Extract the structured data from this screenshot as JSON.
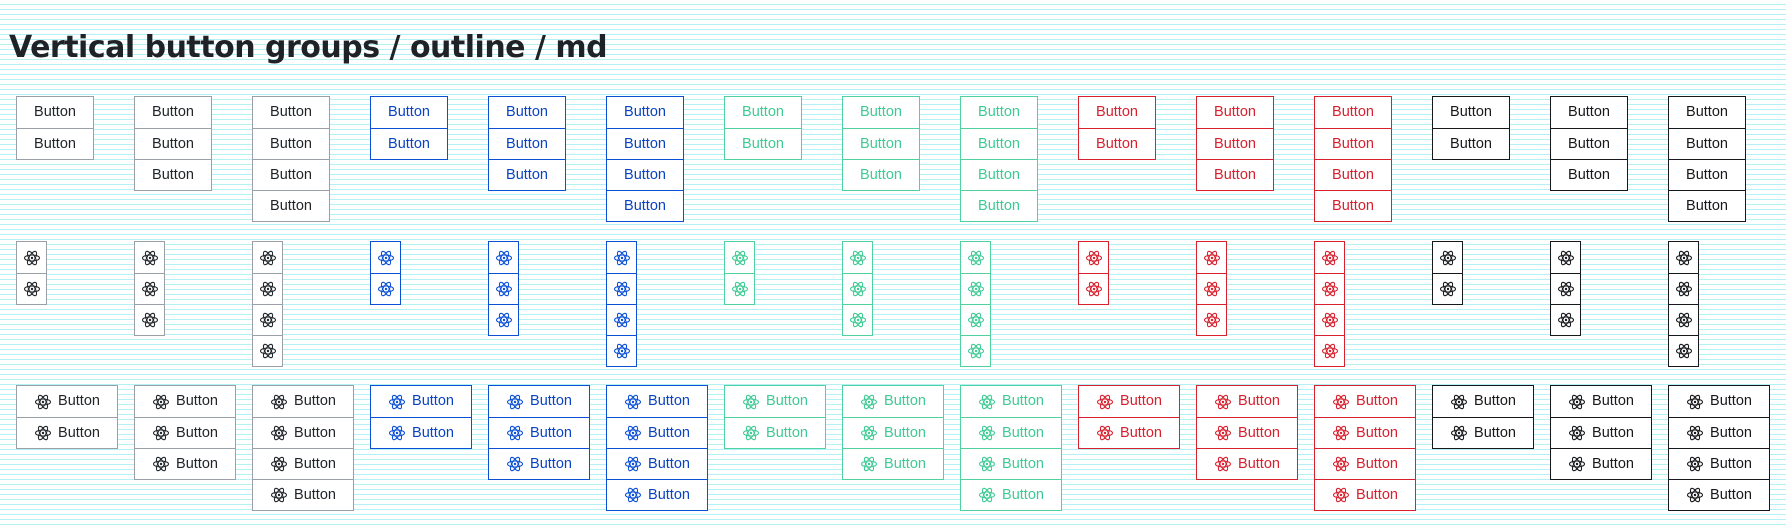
{
  "title": "Vertical button groups / outline / md",
  "button_label": "Button",
  "icon_name": "react-atom-icon",
  "rows": [
    {
      "type": "text",
      "groups": [
        {
          "color": "gray",
          "count": 2
        },
        {
          "color": "gray",
          "count": 3
        },
        {
          "color": "gray",
          "count": 4
        },
        {
          "color": "blue",
          "count": 2
        },
        {
          "color": "blue",
          "count": 3
        },
        {
          "color": "blue",
          "count": 4
        },
        {
          "color": "green",
          "count": 2
        },
        {
          "color": "green",
          "count": 3
        },
        {
          "color": "green",
          "count": 4
        },
        {
          "color": "red",
          "count": 2
        },
        {
          "color": "red",
          "count": 3
        },
        {
          "color": "red",
          "count": 4
        },
        {
          "color": "dark",
          "count": 2
        },
        {
          "color": "dark",
          "count": 3
        },
        {
          "color": "dark",
          "count": 4
        }
      ]
    },
    {
      "type": "icon",
      "groups": [
        {
          "color": "gray",
          "count": 2
        },
        {
          "color": "gray",
          "count": 3
        },
        {
          "color": "gray",
          "count": 4
        },
        {
          "color": "blue",
          "count": 2
        },
        {
          "color": "blue",
          "count": 3
        },
        {
          "color": "blue",
          "count": 4
        },
        {
          "color": "green",
          "count": 2
        },
        {
          "color": "green",
          "count": 3
        },
        {
          "color": "green",
          "count": 4
        },
        {
          "color": "red",
          "count": 2
        },
        {
          "color": "red",
          "count": 3
        },
        {
          "color": "red",
          "count": 4
        },
        {
          "color": "dark",
          "count": 2
        },
        {
          "color": "dark",
          "count": 3
        },
        {
          "color": "dark",
          "count": 4
        }
      ]
    },
    {
      "type": "icon-text",
      "groups": [
        {
          "color": "gray",
          "count": 2
        },
        {
          "color": "gray",
          "count": 3
        },
        {
          "color": "gray",
          "count": 4
        },
        {
          "color": "blue",
          "count": 2
        },
        {
          "color": "blue",
          "count": 3
        },
        {
          "color": "blue",
          "count": 4
        },
        {
          "color": "green",
          "count": 2
        },
        {
          "color": "green",
          "count": 3
        },
        {
          "color": "green",
          "count": 4
        },
        {
          "color": "red",
          "count": 2
        },
        {
          "color": "red",
          "count": 3
        },
        {
          "color": "red",
          "count": 4
        },
        {
          "color": "dark",
          "count": 2
        },
        {
          "color": "dark",
          "count": 3
        },
        {
          "color": "dark",
          "count": 4
        }
      ]
    }
  ],
  "colors": {
    "gray": {
      "border": "#9aa0a6",
      "text": "#212529",
      "icon": "#212529"
    },
    "blue": {
      "border": "#0b4fd6",
      "text": "#0a43c2",
      "icon": "#0b4fd6"
    },
    "green": {
      "border": "#4fd1a0",
      "text": "#3fca95",
      "icon": "#3fca95"
    },
    "red": {
      "border": "#d8202e",
      "text": "#d8202e",
      "icon": "#d8202e"
    },
    "dark": {
      "border": "#16181b",
      "text": "#16181b",
      "icon": "#16181b"
    }
  }
}
